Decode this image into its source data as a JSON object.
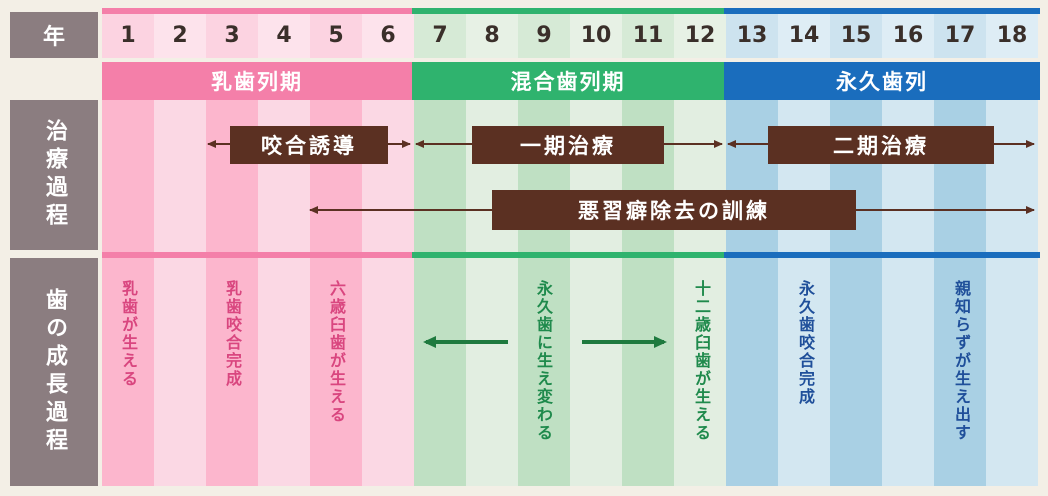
{
  "header": {
    "year_label": "年",
    "treatment_label": "治療過程",
    "growth_label": "歯の成長過程"
  },
  "years": [
    "1",
    "2",
    "3",
    "4",
    "5",
    "6",
    "7",
    "8",
    "9",
    "10",
    "11",
    "12",
    "13",
    "14",
    "15",
    "16",
    "17",
    "18"
  ],
  "phases": [
    {
      "label": "乳歯列期",
      "color": "#f47fa9"
    },
    {
      "label": "混合歯列期",
      "color": "#2fb36e"
    },
    {
      "label": "永久歯列",
      "color": "#1a6dbd"
    }
  ],
  "treatments": {
    "occlusion_guidance": "咬合誘導",
    "phase_one": "一期治療",
    "phase_two": "二期治療",
    "habit_training": "悪習癖除去の訓練"
  },
  "growth_events": [
    {
      "label": "乳歯が生える",
      "color": "#d9467f"
    },
    {
      "label": "乳歯咬合完成",
      "color": "#d9467f"
    },
    {
      "label": "六歳臼歯が生える",
      "color": "#d9467f"
    },
    {
      "label": "永久歯に生え変わる",
      "color": "#1f8a4c"
    },
    {
      "label": "十二歳臼歯が生える",
      "color": "#1f8a4c"
    },
    {
      "label": "永久歯咬合完成",
      "color": "#1f4f9a"
    },
    {
      "label": "親知らずが生え出す",
      "color": "#1f4f9a"
    }
  ]
}
